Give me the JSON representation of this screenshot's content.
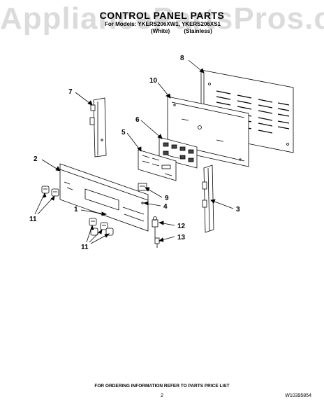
{
  "watermark": "AppliancePartsPros.com",
  "header": {
    "title": "CONTROL PANEL PARTS",
    "models": "For Models: YKERS206XW1, YKERS206XS1",
    "variant_white": "(White)",
    "variant_stainless": "(Stainless)"
  },
  "callouts": {
    "c1": "1",
    "c2": "2",
    "c3": "3",
    "c4": "4",
    "c5": "5",
    "c6": "6",
    "c7": "7",
    "c8": "8",
    "c9": "9",
    "c10": "10",
    "c11a": "11",
    "c11b": "11",
    "c12": "12",
    "c13": "13"
  },
  "footer": {
    "ordering_note": "FOR ORDERING INFORMATION REFER TO PARTS PRICE LIST",
    "page_number": "2",
    "document_number": "W10395854"
  }
}
